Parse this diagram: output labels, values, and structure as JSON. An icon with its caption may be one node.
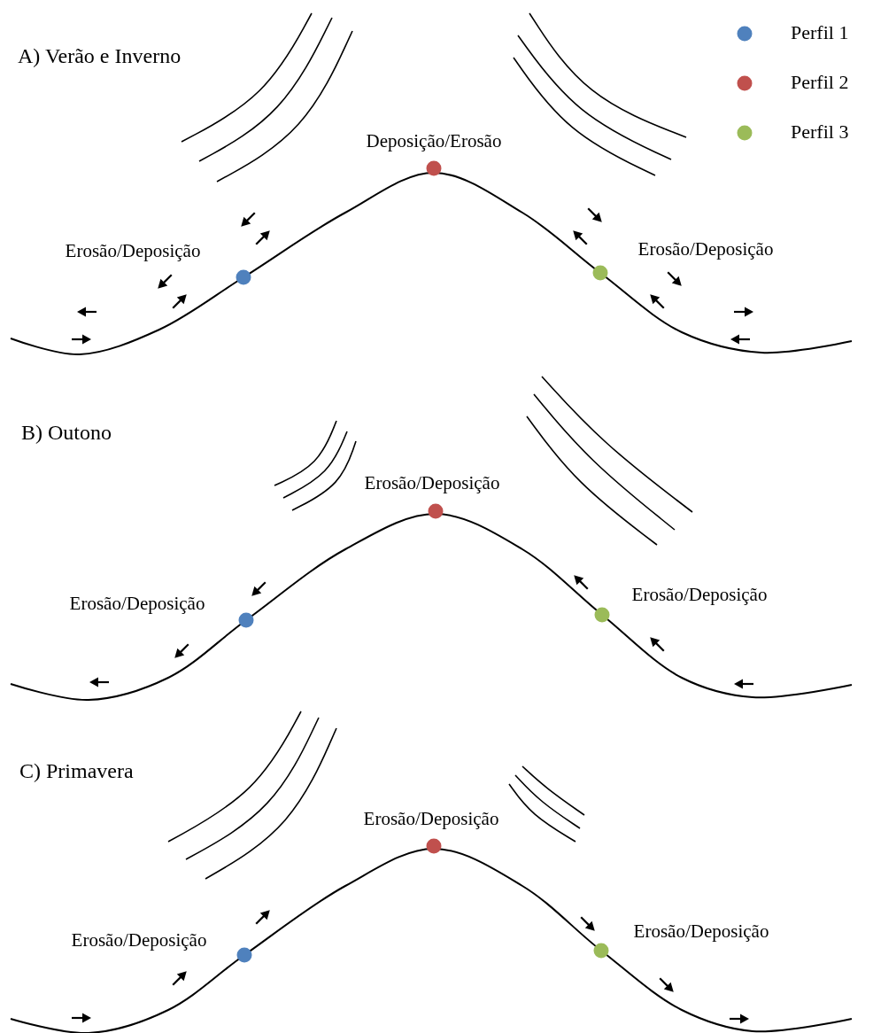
{
  "diagram": {
    "labels": [
      "A)  Verão e Inverno",
      "Deposição/Erosão",
      "Erosão/Deposição",
      "Erosão/Deposição",
      "B) Outono",
      "Erosão/Deposição",
      "Erosão/Deposição",
      "Erosão/Deposição",
      "C) Primavera",
      "Erosão/Deposição",
      "Erosão/Deposição",
      "Erosão/Deposição"
    ],
    "legend": [
      {
        "text": "Perfil 1",
        "color": "#4f81bd"
      },
      {
        "text": "Perfil 2",
        "color": "#c0504d"
      },
      {
        "text": "Perfil 3",
        "color": "#9bbb59"
      }
    ]
  }
}
